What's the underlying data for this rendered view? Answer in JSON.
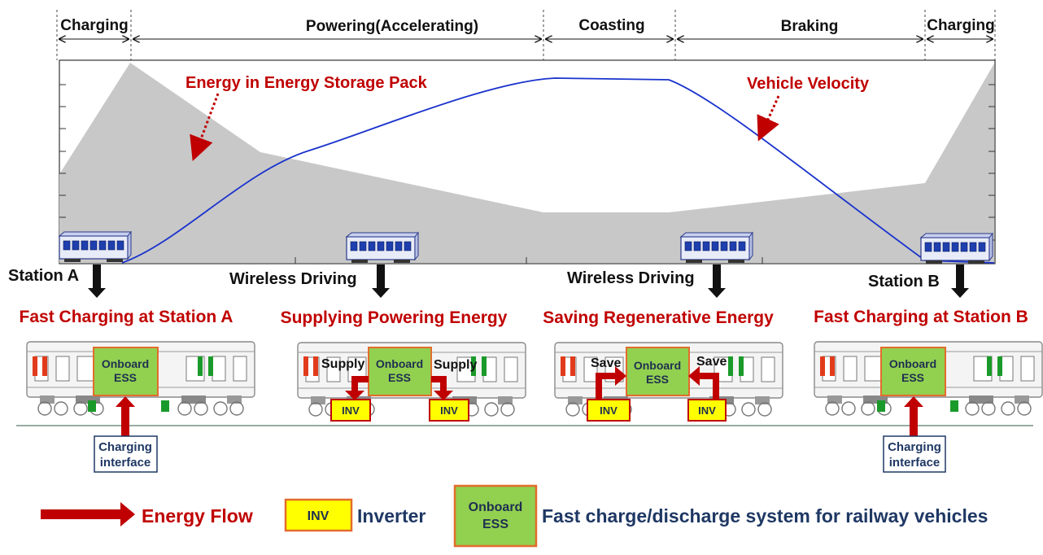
{
  "phases": [
    {
      "label": "Charging"
    },
    {
      "label": "Powering(Accelerating)"
    },
    {
      "label": "Coasting"
    },
    {
      "label": "Braking"
    },
    {
      "label": "Charging"
    }
  ],
  "callouts": {
    "energy": "Energy in Energy Storage Pack",
    "velocity": "Vehicle Velocity"
  },
  "positions": {
    "station_a": "Station A",
    "wireless_1": "Wireless Driving",
    "wireless_2": "Wireless Driving",
    "station_b": "Station B"
  },
  "stages": [
    {
      "title": "Fast Charging at Station A"
    },
    {
      "title": "Supplying Powering Energy"
    },
    {
      "title": "Saving Regenerative Energy"
    },
    {
      "title": "Fast Charging at Station B"
    }
  ],
  "ess": {
    "line1": "Onboard",
    "line2": "ESS"
  },
  "inv_label": "INV",
  "supply_label": "Supply",
  "save_label": "Save",
  "charging_interface": {
    "line1": "Charging",
    "line2": "interface"
  },
  "legend": {
    "energy_flow": "Energy Flow",
    "inv_box": "INV",
    "inverter": "Inverter",
    "ess_line1": "Onboard",
    "ess_line2": "ESS",
    "ess_desc": "Fast charge/discharge system for railway vehicles"
  },
  "colors": {
    "energy_area": "#c8c8c8",
    "velocity_line": "#1a33cc",
    "ess_fill": "#92d050",
    "ess_border": "#e36c2c",
    "inv_fill": "#ffff00",
    "inv_border": "#c00000",
    "arrow_red": "#c00000"
  }
}
